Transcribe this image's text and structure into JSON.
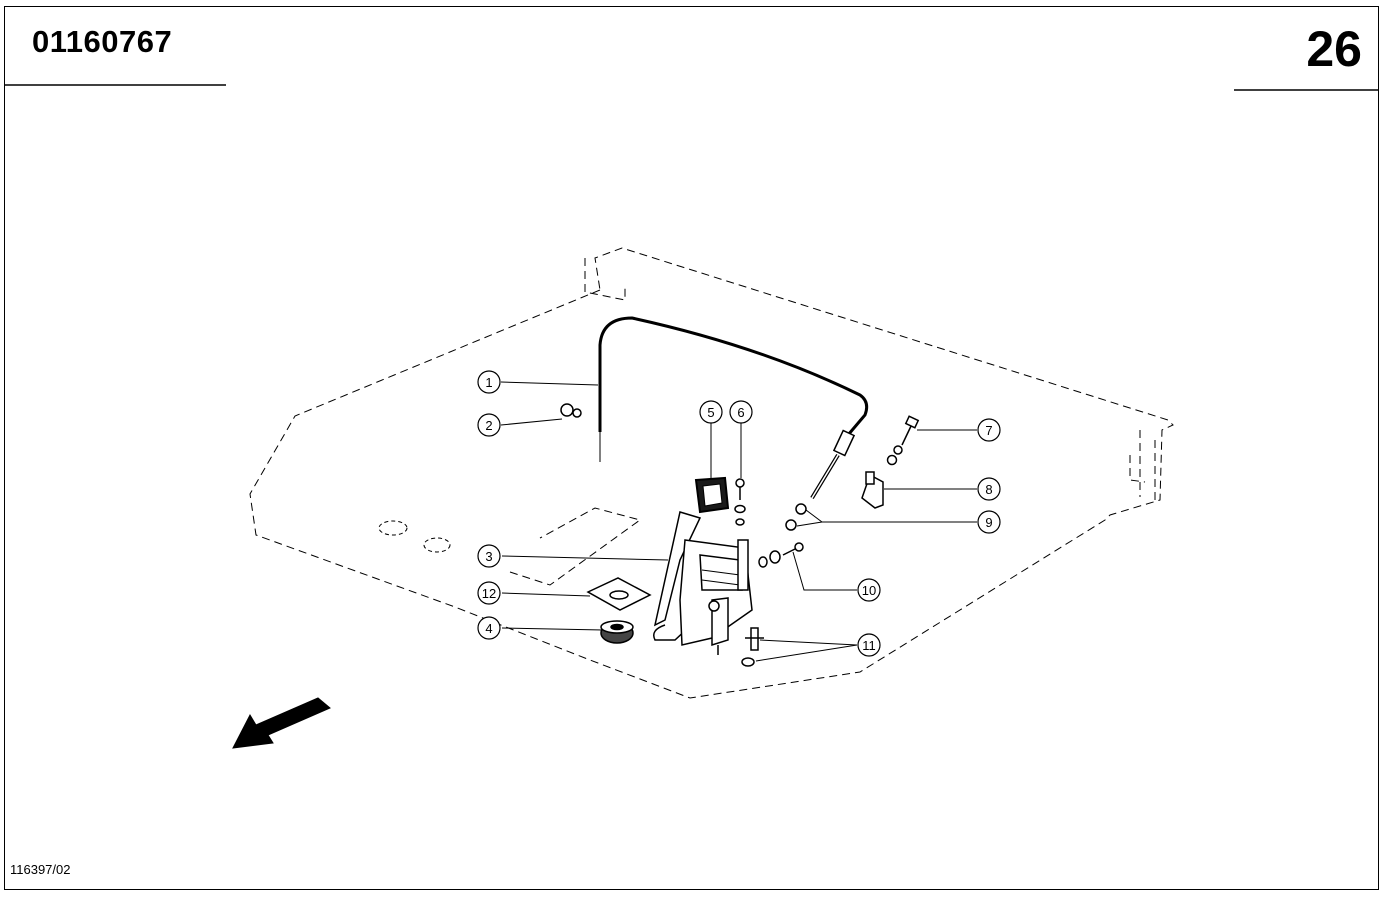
{
  "header": {
    "doc_number": "01160767",
    "page_number": "26"
  },
  "footer": {
    "drawing_ref": "116397/02"
  },
  "callouts": [
    {
      "label": "1"
    },
    {
      "label": "2"
    },
    {
      "label": "3"
    },
    {
      "label": "4"
    },
    {
      "label": "5"
    },
    {
      "label": "6"
    },
    {
      "label": "7"
    },
    {
      "label": "8"
    },
    {
      "label": "9"
    },
    {
      "label": "10"
    },
    {
      "label": "11"
    },
    {
      "label": "12"
    }
  ],
  "icons": {
    "direction_arrow": "direction-arrow-icon"
  },
  "colors": {
    "line": "#000000",
    "background": "#ffffff"
  }
}
